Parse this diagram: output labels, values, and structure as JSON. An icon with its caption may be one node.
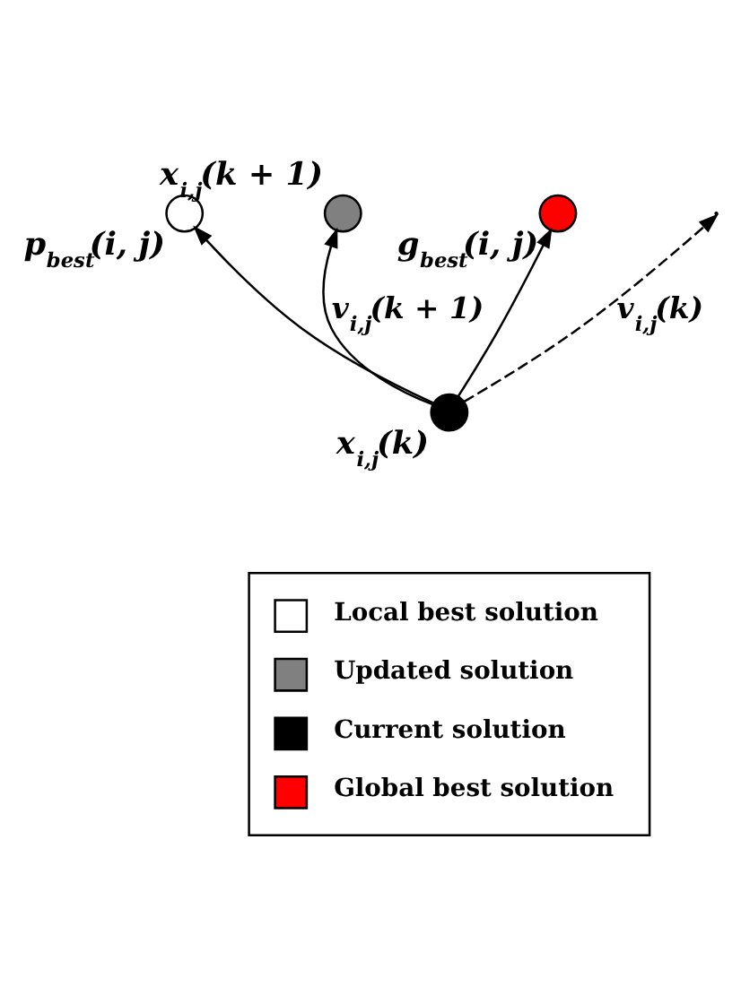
{
  "diagram": {
    "nodes": [
      {
        "text": [],
        "shape": "circle",
        "beside": [
          "p$_{best}$(i, j)"
        ]
      },
      {
        "text": [],
        "shape": "circle",
        "beside": [
          "x$_{i,j}$(k + 1)"
        ]
      },
      {
        "text": [],
        "shape": "circle",
        "beside": [
          "x$_{i,j}$(k)"
        ]
      },
      {
        "text": [],
        "shape": "circle",
        "beside": [
          "g$_{best}$(i, j)"
        ]
      }
    ],
    "edges": [
      {
        "from": 2,
        "to": 0,
        "arrow": "to"
      },
      {
        "from": 2,
        "to": 1,
        "arrow": "to",
        "label": "v$_{i,j}$(k + 1)"
      },
      {
        "from": 2,
        "to": null,
        "arrow": "to",
        "style": "dashed",
        "label": "v$_{i,j}$(k)"
      },
      {
        "from": 2,
        "to": 3,
        "arrow": "to"
      }
    ],
    "legend": [
      {
        "text": "Local best solution",
        "color": "#ffffff"
      },
      {
        "text": "Updated solution",
        "color": "#808080"
      },
      {
        "text": "Current solution",
        "color": "#000000"
      },
      {
        "text": "Global best solution",
        "color": "#ff0000"
      }
    ]
  }
}
